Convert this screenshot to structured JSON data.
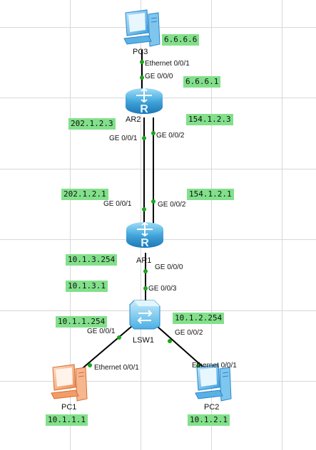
{
  "devices": {
    "pc3": "PC3",
    "ar2": "AR2",
    "ar1": "AR1",
    "lsw1": "LSW1",
    "pc1": "PC1",
    "pc2": "PC2"
  },
  "ports": {
    "pc3_eth": "Ethernet 0/0/1",
    "ar2_ge000": "GE 0/0/0",
    "ar2_ge001": "GE 0/0/1",
    "ar2_ge002": "GE 0/0/2",
    "ar1_ge001": "GE 0/0/1",
    "ar1_ge002": "GE 0/0/2",
    "ar1_ge000": "GE 0/0/0",
    "lsw1_ge003": "GE 0/0/3",
    "lsw1_ge001": "GE 0/0/1",
    "lsw1_ge002": "GE 0/0/2",
    "pc1_eth": "Ethernet 0/0/1",
    "pc2_eth": "Ethernet 0/0/1"
  },
  "addresses": {
    "pc3_ip": "6.6.6.6",
    "ar2_ge000_ip": "6.6.6.1",
    "ar2_ge001_ip": "202.1.2.3",
    "ar2_ge002_ip": "154.1.2.3",
    "ar1_ge001_ip": "202.1.2.1",
    "ar1_ge002_ip": "154.1.2.1",
    "ar1_ge000_ip": "10.1.3.254",
    "lsw1_ge003_ip": "10.1.3.1",
    "lsw1_ge001_ip": "10.1.1.254",
    "lsw1_ge002_ip": "10.1.2.254",
    "pc1_ip": "10.1.1.1",
    "pc2_ip": "10.1.2.1"
  },
  "colors": {
    "label_bg": "#82e08a",
    "link": "#000000",
    "link_dot": "#1aa51a",
    "router": "#3aa5dd",
    "pc_blue": "#3b9fe0",
    "pc_orange": "#f0a070",
    "grid": "#d8d8d8"
  },
  "icons": {
    "pc3": "pc-icon",
    "ar2": "router-icon",
    "ar1": "router-icon",
    "lsw1": "switch-icon",
    "pc1": "pc-icon",
    "pc2": "pc-icon"
  }
}
